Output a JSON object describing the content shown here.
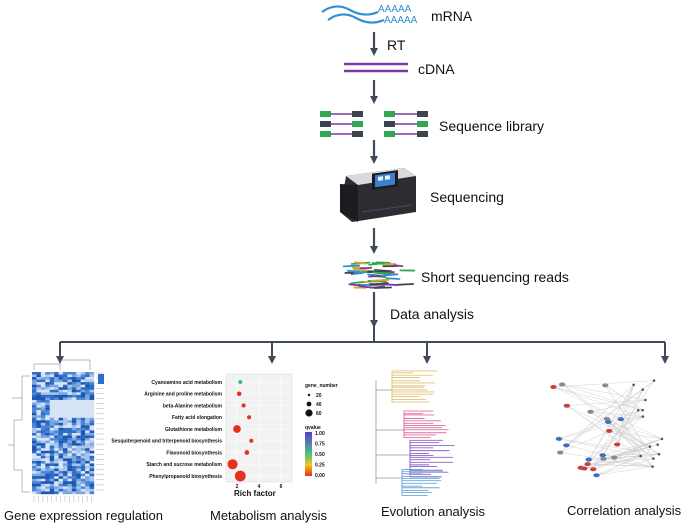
{
  "steps": {
    "mrna": {
      "poly_a_1": "AAAAA",
      "poly_a_2": "AAAAA",
      "label": "mRNA"
    },
    "rt": {
      "label": "RT"
    },
    "cdna": {
      "label": "cDNA"
    },
    "library": {
      "label": "Sequence library"
    },
    "sequencing": {
      "label": "Sequencing"
    },
    "reads": {
      "label": "Short sequencing reads"
    },
    "analysis": {
      "label": "Data analysis"
    }
  },
  "panels": {
    "gene_expression": {
      "caption": "Gene expression regulation"
    },
    "metabolism": {
      "caption": "Metabolism analysis"
    },
    "evolution": {
      "caption": "Evolution analysis"
    },
    "correlation": {
      "caption": "Correlation analysis"
    }
  },
  "chart_data": {
    "type": "scatter",
    "xlabel": "Rich factor",
    "xticks": [
      "2",
      "4",
      "6"
    ],
    "xlim": [
      1,
      7
    ],
    "categories": [
      "Cyanoamino acid metabolism",
      "Arginine and proline metabolism",
      "beta-Alanine metabolism",
      "Fatty acid elongation",
      "Glutathione metabolism",
      "Sesquiterpenoid and triterpenoid biosynthesis",
      "Flavonoid biosynthesis",
      "Starch and sucrose metabolism",
      "Phenylpropanoid biosynthesis"
    ],
    "points": [
      {
        "x": 2.3,
        "size": 12,
        "qvalue": 0.6
      },
      {
        "x": 2.2,
        "size": 15,
        "qvalue": 0.05
      },
      {
        "x": 2.6,
        "size": 12,
        "qvalue": 0.05
      },
      {
        "x": 3.1,
        "size": 12,
        "qvalue": 0.05
      },
      {
        "x": 2.0,
        "size": 38,
        "qvalue": 0.02
      },
      {
        "x": 3.3,
        "size": 12,
        "qvalue": 0.05
      },
      {
        "x": 2.9,
        "size": 16,
        "qvalue": 0.05
      },
      {
        "x": 1.6,
        "size": 55,
        "qvalue": 0.01
      },
      {
        "x": 2.3,
        "size": 60,
        "qvalue": 0.01
      }
    ],
    "size_legend": {
      "title": "gene_number",
      "values": [
        "20",
        "40",
        "60"
      ]
    },
    "color_legend": {
      "title": "qvalue",
      "ticks": [
        "1.00",
        "0.75",
        "0.50",
        "0.25",
        "0.00"
      ],
      "low_color": "#e4311f",
      "high_color": "#5a3bd6"
    }
  },
  "colors": {
    "arrow": "#3f4a5a",
    "mrna": "#2f8fd0",
    "cdna": "#7b3aa3",
    "lib_green": "#2fa84f",
    "lib_dark": "#3c4450"
  }
}
